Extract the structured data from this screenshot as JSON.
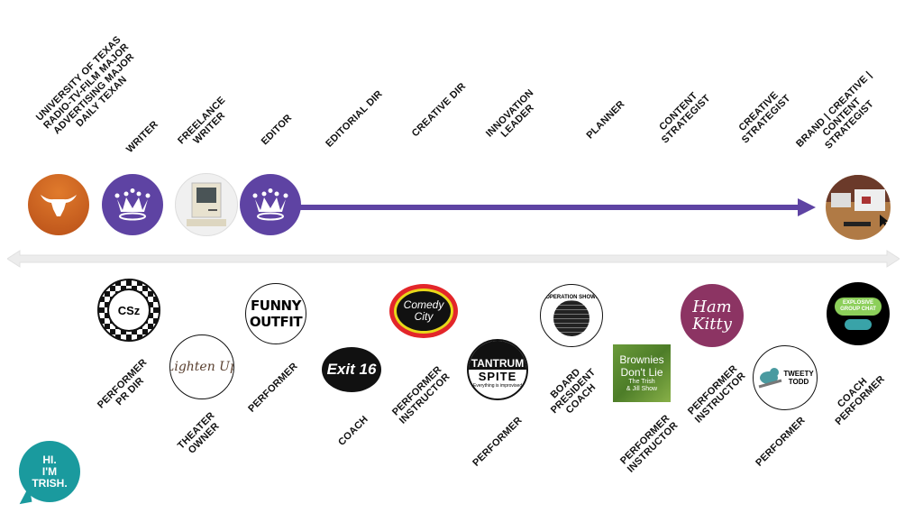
{
  "top_roles": [
    "UNIVERSITY OF TEXAS\nRADIO-TV-FILM MAJOR\nADVERTISING MAJOR\nDAILY TEXAN",
    "WRITER",
    "FREELANCE\nWRITER",
    "EDITOR",
    "EDITORIAL DIR",
    "CREATIVE DIR",
    "INNOVATION\nLEADER",
    "PLANNER",
    "CONTENT\nSTRATEGIST",
    "CREATIVE\nSTRATEGIST",
    "BRAND | CREATIVE |\nCONTENT\nSTRATEGIST"
  ],
  "bottom_roles": [
    "PERFORMER\nPR DIR",
    "THEATER\nOWNER",
    "PERFORMER",
    "COACH",
    "PERFORMER\nINSTRUCTOR",
    "PERFORMER",
    "BOARD\nPRESIDENT\nCOACH",
    "PERFORMER\nINSTRUCTOR",
    "PERFORMER\nINSTRUCTOR",
    "PERFORMER",
    "COACH\nPERFORMER"
  ],
  "logos": {
    "csz": "CSz",
    "lighten": "Lighten Up",
    "funny": "FUNNY\nOUTFIT",
    "exit": "Exit 16",
    "comedy": "Comedy\nCity",
    "tantrum1": "TANTRUM",
    "tantrum2": "SPITE",
    "tantrum3": "Everything is improvised",
    "operation": "OPERATION SHOW!",
    "brownies": "Brownies\nDon't Lie",
    "brownies_sub": "The Trish\n& Jill Show",
    "ham": "Ham\nKitty",
    "tweety": "TWEETY\nTODD",
    "explosive": "EXPLOSIVE\nGROUP CHAT"
  },
  "bubble": "HI.\nI'M\nTRISH.",
  "colors": {
    "purple": "#5e43a3",
    "teal": "#1a9a9e",
    "orange": "#c8571c",
    "plum": "#8c3463"
  }
}
